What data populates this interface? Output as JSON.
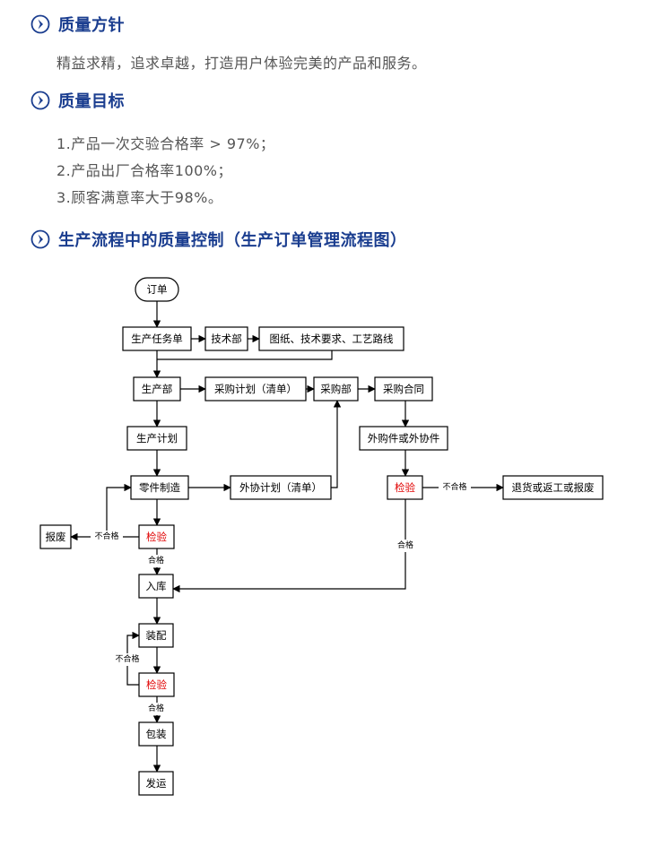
{
  "sections": [
    {
      "title": "质量方针",
      "icon": "chevron-right-circle-icon",
      "lines": [
        "精益求精，追求卓越，打造用户体验完美的产品和服务。"
      ]
    },
    {
      "title": "质量目标",
      "icon": "chevron-right-circle-icon",
      "lines": [
        "1.产品一次交验合格率 > 97%；",
        "2.产品出厂合格率100%；",
        "3.顾客满意率大于98%。"
      ]
    },
    {
      "title": "生产流程中的质量控制（生产订单管理流程图）",
      "icon": "chevron-right-circle-icon",
      "lines": []
    }
  ],
  "colors": {
    "accent": "#1a3d8f",
    "body_text": "#555555",
    "inspect_text": "#e00000"
  },
  "flowchart": {
    "nodes": {
      "order": "订单",
      "task": "生产任务单",
      "tech": "技术部",
      "drawings": "图纸、技术要求、工艺路线",
      "prod_dept": "生产部",
      "purchase_plan": "采购计划（清单）",
      "purchase_dept": "采购部",
      "contract": "采购合同",
      "prod_plan": "生产计划",
      "outsource": "外购件或外协件",
      "parts": "零件制造",
      "coop_plan": "外协计划（清单）",
      "inspect_out": "检验",
      "return": "退货或返工或报废",
      "scrap": "报废",
      "inspect1": "检验",
      "storage": "入库",
      "assembly": "装配",
      "inspect2": "检验",
      "packing": "包装",
      "shipping": "发运"
    },
    "edge_labels": {
      "fail": "不合格",
      "pass": "合格"
    }
  }
}
